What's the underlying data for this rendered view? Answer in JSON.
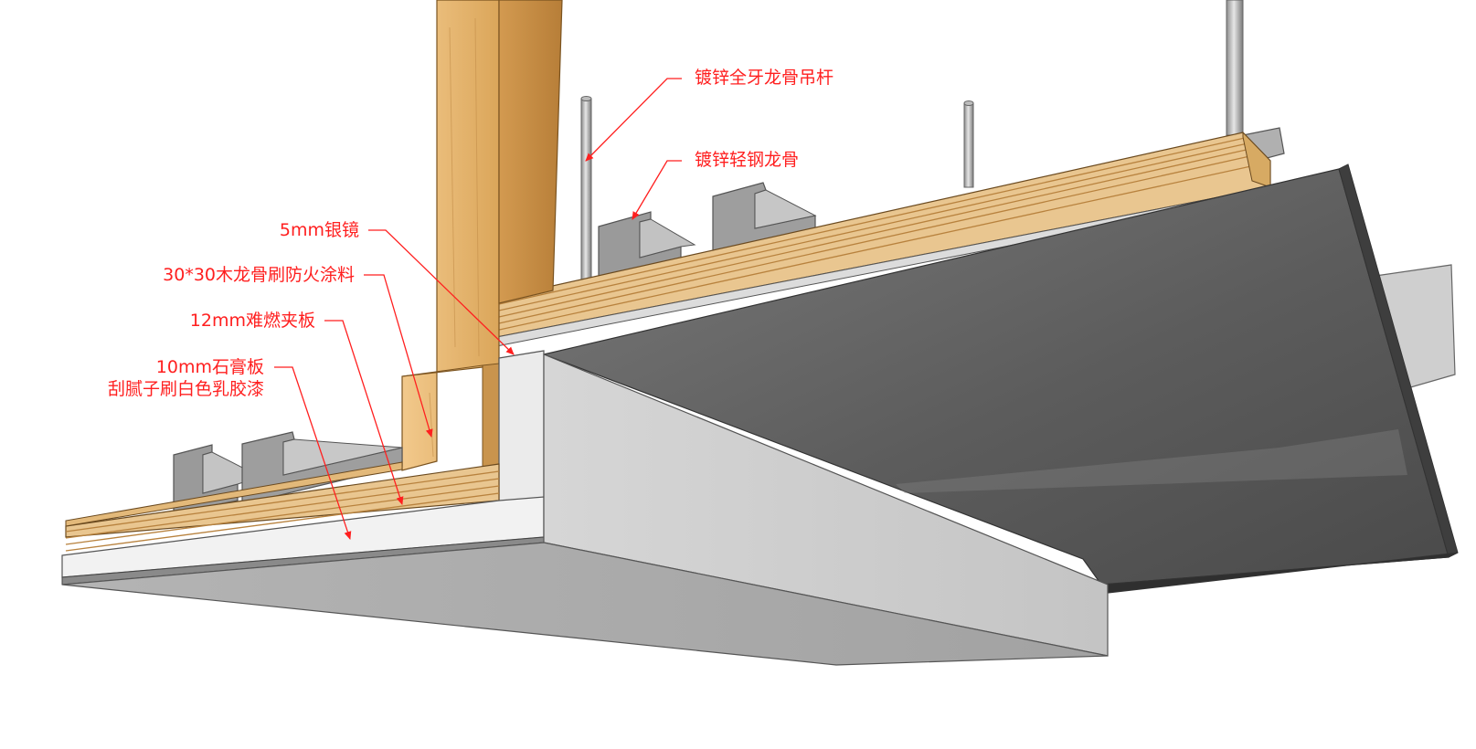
{
  "labels": {
    "hanger_rod": "镀锌全牙龙骨吊杆",
    "steel_keel": "镀锌轻钢龙骨",
    "silver_mirror": "5mm银镜",
    "wood_keel": "30*30木龙骨刷防火涂料",
    "plywood": "12mm难燃夹板",
    "gypsum_line1": "10mm石膏板",
    "gypsum_line2": "刮腻子刷白色乳胶漆"
  },
  "colors": {
    "annotation": "#ff1f1f",
    "wood": "#e0a85a",
    "gypsum_side": "#c8c8c8",
    "steel": "#8f8f8f",
    "mirror_soffit": "#6e6e6e"
  }
}
